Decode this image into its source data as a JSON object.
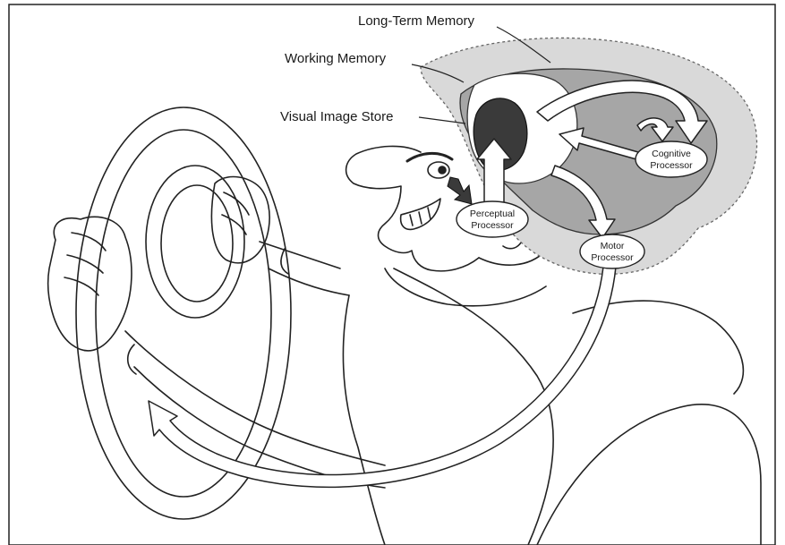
{
  "labels": {
    "long_term_memory": "Long-Term Memory",
    "working_memory": "Working Memory",
    "visual_image_store": "Visual Image Store"
  },
  "processors": {
    "perceptual": [
      "Perceptual",
      "Processor"
    ],
    "cognitive": [
      "Cognitive",
      "Processor"
    ],
    "motor": [
      "Motor",
      "Processor"
    ]
  },
  "colors": {
    "long_term_memory_fill": "#d9d9d9",
    "working_memory_fill": "#a6a6a6",
    "visual_store_fill": "#3a3a3a",
    "line": "#222222"
  }
}
